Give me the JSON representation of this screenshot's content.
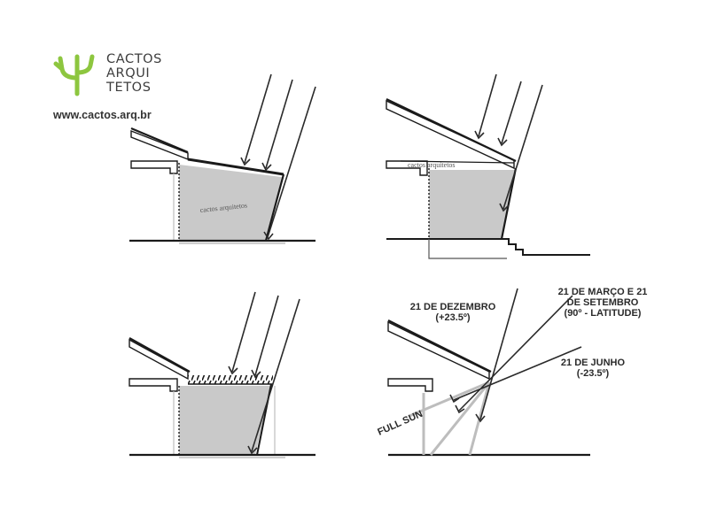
{
  "brand": {
    "lines": [
      "CACTOS",
      "ARQUI",
      "TETOS"
    ],
    "website": "www.cactos.arq.br",
    "icon": "cactus-icon",
    "accent": "#8dc63f"
  },
  "watermark": "cactos arquitetos",
  "labels": {
    "dec": [
      "21 DE DEZEMBRO",
      "(+23.5º)"
    ],
    "mar": [
      "21 DE MARÇO E 21",
      "DE SETEMBRO",
      "(90º - LATITUDE)"
    ],
    "jun": [
      "21 DE JUNHO",
      "(-23.5º)"
    ],
    "full_sun": "FULL SUN"
  },
  "colors": {
    "wall_fill": "#c9c9c9",
    "line": "#1a1a1a",
    "light_ray": "#bdbdbd"
  }
}
